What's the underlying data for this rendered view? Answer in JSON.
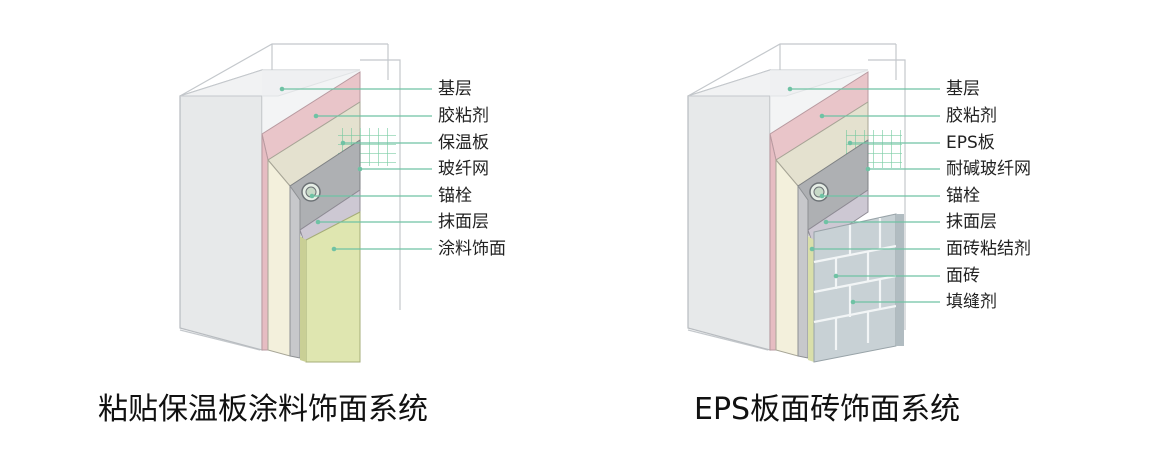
{
  "diagrams": [
    {
      "caption": "粘贴保温板涂料饰面系统",
      "labels": [
        "基层",
        "胶粘剂",
        "保温板",
        "玻纤网",
        "锚栓",
        "抹面层",
        "涂料饰面"
      ]
    },
    {
      "caption": "EPS板面砖饰面系统",
      "labels": [
        "基层",
        "胶粘剂",
        "EPS板",
        "耐碱玻纤网",
        "锚栓",
        "抹面层",
        "面砖粘结剂",
        "面砖",
        "填缝剂"
      ]
    }
  ],
  "colors": {
    "leader_line": "#6fc2a4",
    "wall": "#e9ebec",
    "adhesive": "#e8c2c6",
    "insulation": "#f1eed6",
    "mesh": "#7fd1a8",
    "anchor_band": "#a7a8ab",
    "render_coat": "#c9c5cf",
    "paint_finish": "#dfe6b0",
    "tile": "#c9d2d6"
  },
  "icons": {
    "anchor": "anchor-bolt-icon",
    "mesh": "fiberglass-mesh-icon"
  }
}
